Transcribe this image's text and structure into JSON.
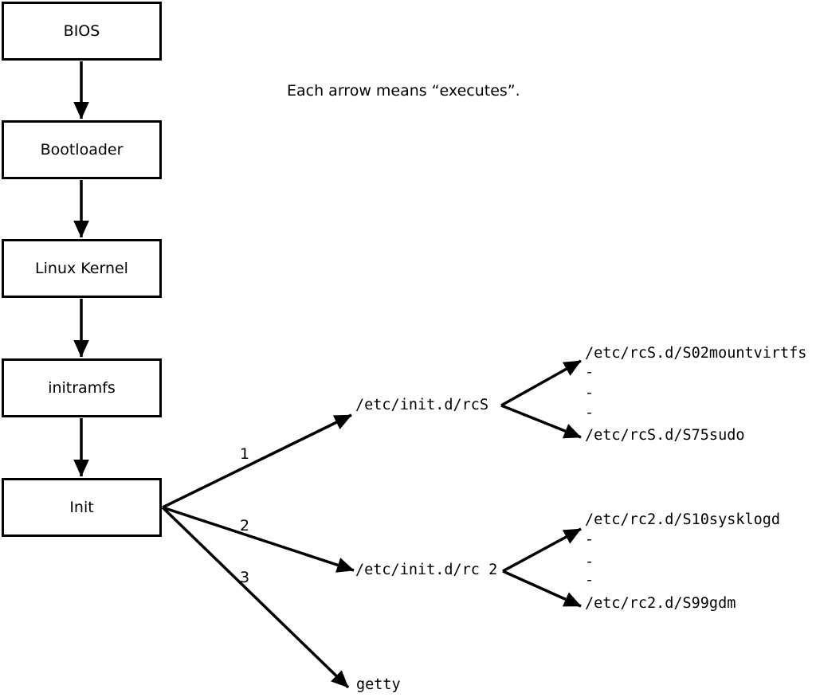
{
  "note": "Each arrow means “executes”.",
  "nodes": {
    "bios": "BIOS",
    "bootloader": "Bootloader",
    "kernel": "Linux Kernel",
    "initramfs": "initramfs",
    "init": "Init"
  },
  "branches": [
    {
      "number": "1",
      "target": "/etc/init.d/rcS"
    },
    {
      "number": "2",
      "target": "/etc/init.d/rc 2"
    },
    {
      "number": "3",
      "target": "getty"
    }
  ],
  "rcS_scripts": {
    "first": "/etc/rcS.d/S02mountvirtfs",
    "ellipsis": [
      "-",
      "-",
      "-"
    ],
    "last": "/etc/rcS.d/S75sudo"
  },
  "rc2_scripts": {
    "first": "/etc/rc2.d/S10sysklogd",
    "ellipsis": [
      "-",
      "-",
      "-"
    ],
    "last": "/etc/rc2.d/S99gdm"
  },
  "colors": {
    "line": "#000000",
    "background": "#ffffff"
  }
}
